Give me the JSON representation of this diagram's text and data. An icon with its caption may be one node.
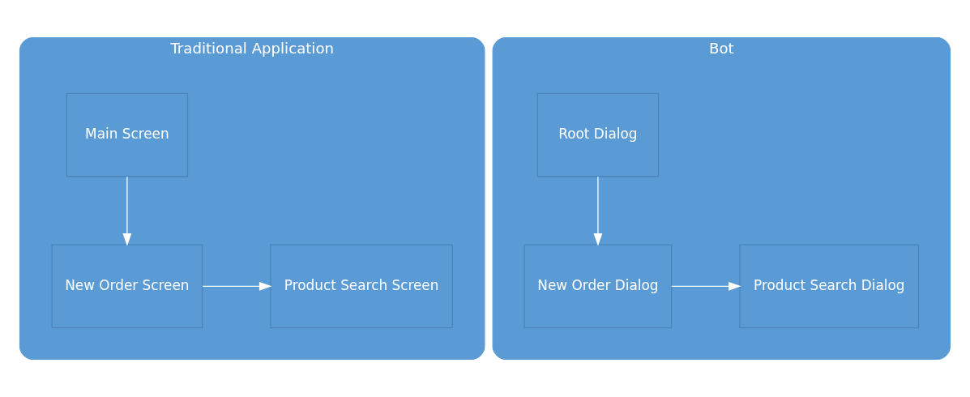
{
  "diagram": {
    "nodes": [
      {
        "text": [
          "Traditional Application"
        ]
      },
      {
        "text": [
          "Main Screen"
        ],
        "in": 0
      },
      {
        "text": [
          "New Order Screen"
        ],
        "in": 0
      },
      {
        "text": [
          "Product Search Screen"
        ],
        "in": 0
      },
      {
        "text": [
          "Bot"
        ]
      },
      {
        "text": [
          "Root Dialog"
        ],
        "in": 4
      },
      {
        "text": [
          "New Order Dialog"
        ],
        "in": 4
      },
      {
        "text": [
          "Product Search Dialog"
        ],
        "in": 4
      }
    ],
    "edges": [
      {
        "from": 1,
        "to": 2,
        "arrow": "to"
      },
      {
        "from": 2,
        "to": 3,
        "arrow": "to"
      },
      {
        "from": 5,
        "to": 6,
        "arrow": "to"
      },
      {
        "from": 6,
        "to": 7,
        "arrow": "to"
      }
    ]
  }
}
